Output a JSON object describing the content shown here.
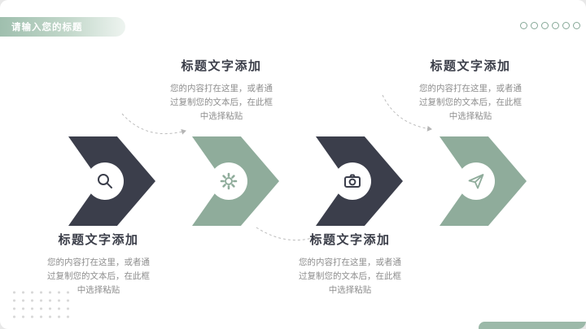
{
  "header": {
    "title": "请输入您的标题"
  },
  "decor": {
    "circle_count": 6,
    "accent_green": "#8fac9b",
    "dark_slate": "#3b3e4b",
    "ribbon_gradient_start": "#9fbfae",
    "dot_color": "#d9d9d9"
  },
  "steps": [
    {
      "icon": "search-icon",
      "color": "dark"
    },
    {
      "icon": "gear-icon",
      "color": "green"
    },
    {
      "icon": "camera-icon",
      "color": "dark"
    },
    {
      "icon": "send-icon",
      "color": "green"
    }
  ],
  "blocks": [
    {
      "position": "top-1",
      "title": "标题文字添加",
      "lines": [
        "您的内容打在这里，或者通",
        "过复制您的文本后，在此框",
        "中选择粘贴"
      ]
    },
    {
      "position": "top-2",
      "title": "标题文字添加",
      "lines": [
        "您的内容打在这里，或者通",
        "过复制您的文本后，在此框",
        "中选择粘贴"
      ]
    },
    {
      "position": "bottom-1",
      "title": "标题文字添加",
      "lines": [
        "您的内容打在这里，或者通",
        "过复制您的文本后，在此框",
        "中选择粘贴"
      ]
    },
    {
      "position": "bottom-2",
      "title": "标题文字添加",
      "lines": [
        "您的内容打在这里，或者通",
        "过复制您的文本后，在此框",
        "中选择粘贴"
      ]
    }
  ]
}
